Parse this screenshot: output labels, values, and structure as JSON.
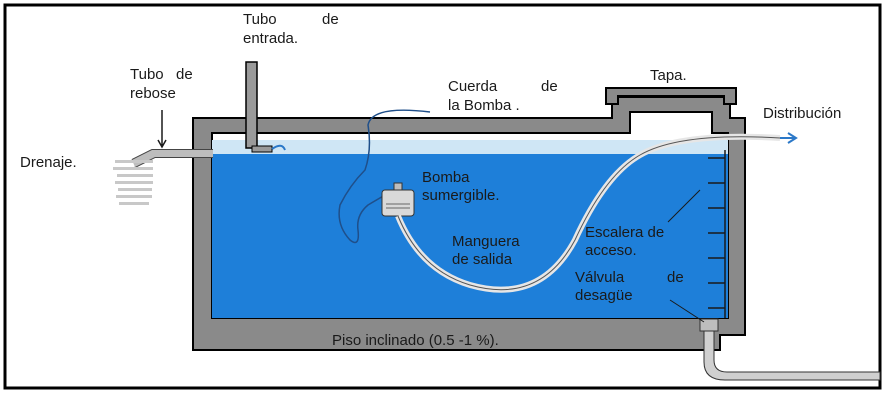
{
  "labels": {
    "tubo_entrada_1": "Tubo",
    "tubo_entrada_de": "de",
    "tubo_entrada_2": "entrada.",
    "tubo_rebose_1": "Tubo",
    "tubo_rebose_de": "de",
    "tubo_rebose_2": "rebose",
    "drenaje": "Drenaje.",
    "cuerda_1": "Cuerda",
    "cuerda_de": "de",
    "cuerda_2": "la Bomba .",
    "tapa": "Tapa.",
    "distribucion": "Distribución",
    "bomba_1": "Bomba",
    "bomba_2": "sumergible.",
    "manguera_1": "Manguera",
    "manguera_2": "de salida",
    "escalera_1": "Escalera de",
    "escalera_2": "acceso.",
    "valvula_1": "Válvula",
    "valvula_de": "de",
    "valvula_2": "desagüe",
    "piso": "Piso inclinado (0.5 -1 %)."
  },
  "colors": {
    "water": "#1e7fd9",
    "water_surface": "#cfe6f5",
    "wall": "#8a8a8a",
    "outline": "#000000",
    "arrow": "#2b78c8"
  }
}
